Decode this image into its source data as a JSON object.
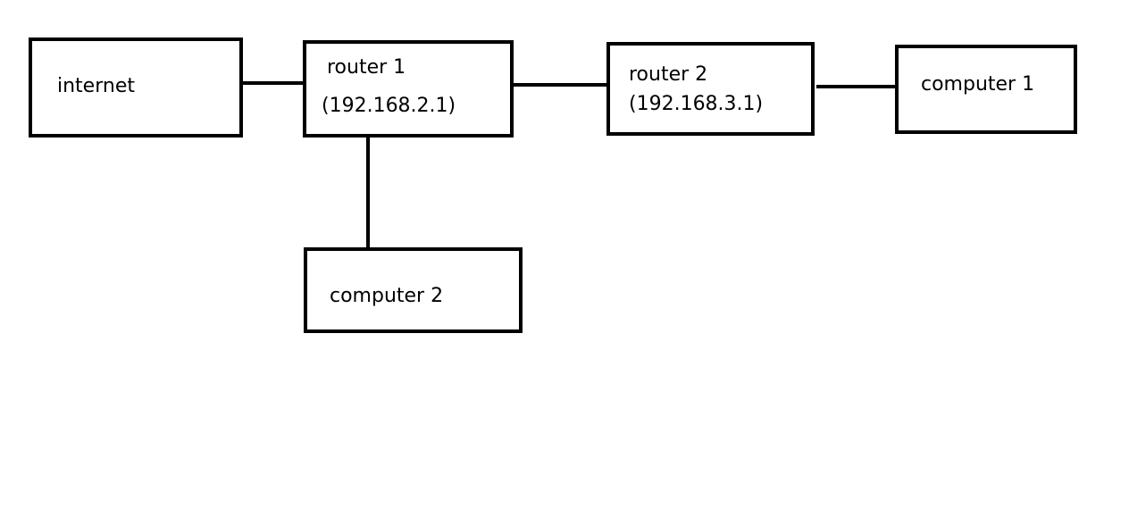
{
  "colors": {
    "background": "#ffffff",
    "stroke": "#000000",
    "text": "#000000"
  },
  "nodes": {
    "internet": {
      "label": "internet"
    },
    "router1": {
      "label": "router 1",
      "ip": "(192.168.2.1)"
    },
    "router2": {
      "label": "router 2",
      "ip": "(192.168.3.1)"
    },
    "computer1": {
      "label": "computer 1"
    },
    "computer2": {
      "label": "computer 2"
    }
  },
  "links": [
    {
      "from": "internet",
      "to": "router1"
    },
    {
      "from": "router1",
      "to": "router2"
    },
    {
      "from": "router2",
      "to": "computer1"
    },
    {
      "from": "router1",
      "to": "computer2"
    }
  ]
}
